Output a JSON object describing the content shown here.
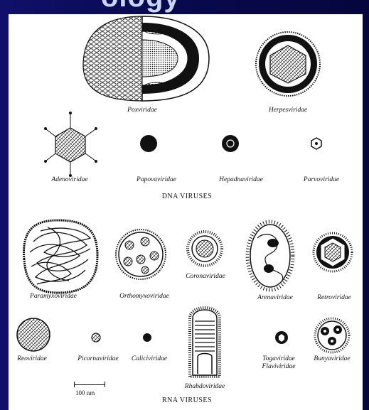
{
  "title_fragment": "ology",
  "dna": {
    "section_label": "DNA VIRUSES",
    "families": [
      {
        "name": "Poxviridae"
      },
      {
        "name": "Herpesviridae"
      },
      {
        "name": "Adenoviridae"
      },
      {
        "name": "Papovaviridae"
      },
      {
        "name": "Hepadnaviridae"
      },
      {
        "name": "Parvoviridae"
      }
    ]
  },
  "rna": {
    "section_label": "RNA VIRUSES",
    "families": [
      {
        "name": "Paramyxoviridae"
      },
      {
        "name": "Orthomyxoviridae"
      },
      {
        "name": "Coronaviridae"
      },
      {
        "name": "Arenaviridae"
      },
      {
        "name": "Retroviridae"
      },
      {
        "name": "Reoviridae"
      },
      {
        "name": "Picornaviridae"
      },
      {
        "name": "Caliciviridae"
      },
      {
        "name": "Rhabdoviridae"
      },
      {
        "name": "Togaviridae"
      },
      {
        "name": "Flaviviridae"
      },
      {
        "name": "Bunyaviridae"
      }
    ]
  },
  "scale_bar": {
    "label": "100 nm"
  }
}
